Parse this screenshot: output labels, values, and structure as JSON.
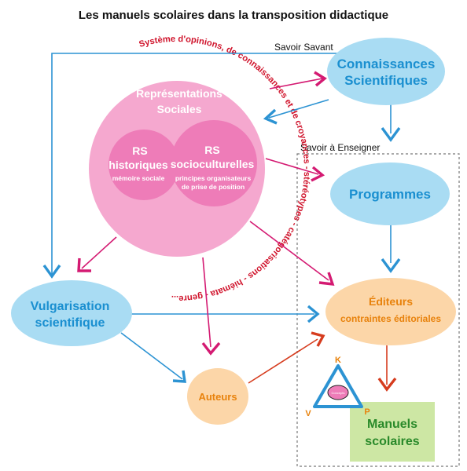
{
  "title": "Les manuels scolaires dans la transposition didactique",
  "labels": {
    "savoir_savant": "Savoir Savant",
    "savoir_enseigner": "Savoir à Enseigner"
  },
  "nodes": {
    "connaissances": {
      "line1": "Connaissances",
      "line2": "Scientifiques"
    },
    "programmes": {
      "text": "Programmes"
    },
    "editeurs": {
      "line1": "Éditeurs",
      "line2": "contraintes éditoriales"
    },
    "vulgarisation": {
      "line1": "Vulgarisation",
      "line2": "scientifique"
    },
    "auteurs": {
      "text": "Auteurs"
    },
    "manuels": {
      "line1": "Manuels",
      "line2": "scolaires"
    }
  },
  "rs": {
    "title_line1": "Représentations",
    "title_line2": "Sociales",
    "circular_text": "Système d'opinions, de connaissances et de croyances - stéréotypes - catégorisations - hiémata - genre...",
    "historiques": {
      "line1": "RS",
      "line2": "historiques",
      "sub": "mémoire sociale"
    },
    "socioculturelles": {
      "line1": "RS",
      "line2": "socioculturelles",
      "sub1": "principes organisateurs",
      "sub2": "de prise de position"
    }
  },
  "triangle": {
    "top": "K",
    "left": "V",
    "right": "P",
    "center": "Concepts"
  },
  "colors": {
    "blue_node": "#a9dcf3",
    "blue_text": "#1a8fd0",
    "blue_arrow": "#2c93d3",
    "orange_node": "#fcd6a8",
    "orange_text": "#e8820c",
    "pink_big": "#f5a8cf",
    "pink_inner": "#ee7cb8",
    "magenta": "#d41a72",
    "red_text": "#d0142c",
    "red_arrow": "#d63c1e",
    "green_box": "#cde7a4",
    "green_text": "#2a8a2a"
  }
}
